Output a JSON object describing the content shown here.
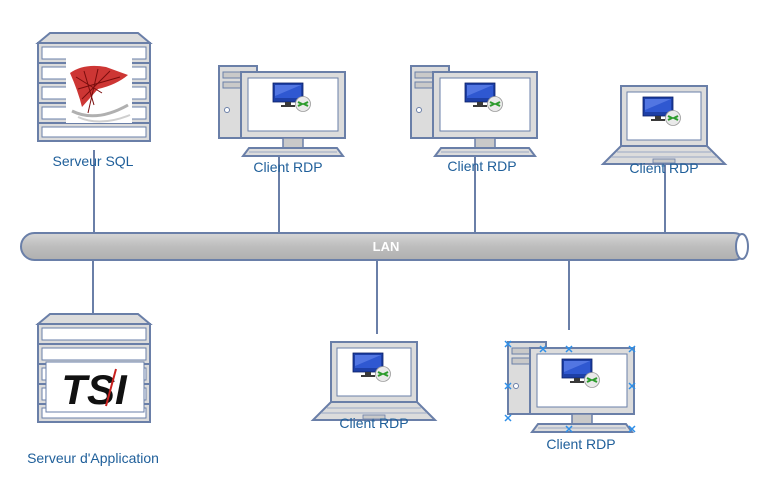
{
  "network": {
    "label": "LAN"
  },
  "servers": {
    "sql": {
      "label": "Serveur SQL",
      "icon": "sql-server-icon"
    },
    "app": {
      "label": "Serveur d'Application",
      "icon": "tsi-server-icon",
      "logo_text": "TSI"
    }
  },
  "clients": [
    {
      "label": "Client RDP",
      "icon": "desktop-rdp-icon"
    },
    {
      "label": "Client RDP",
      "icon": "desktop-rdp-icon"
    },
    {
      "label": "Client RDP",
      "icon": "laptop-rdp-icon"
    },
    {
      "label": "Client RDP",
      "icon": "laptop-rdp-icon"
    },
    {
      "label": "Client RDP",
      "icon": "desktop-rdp-icon"
    }
  ],
  "colors": {
    "stroke": "#6a7fa8",
    "fill_light": "#dcdcdc",
    "fill_mid": "#c9c9c9",
    "label": "#1f5f9a",
    "sql_red": "#c8201e",
    "screen_blue": "#1d3fa6",
    "selection": "#2e8fe8"
  }
}
